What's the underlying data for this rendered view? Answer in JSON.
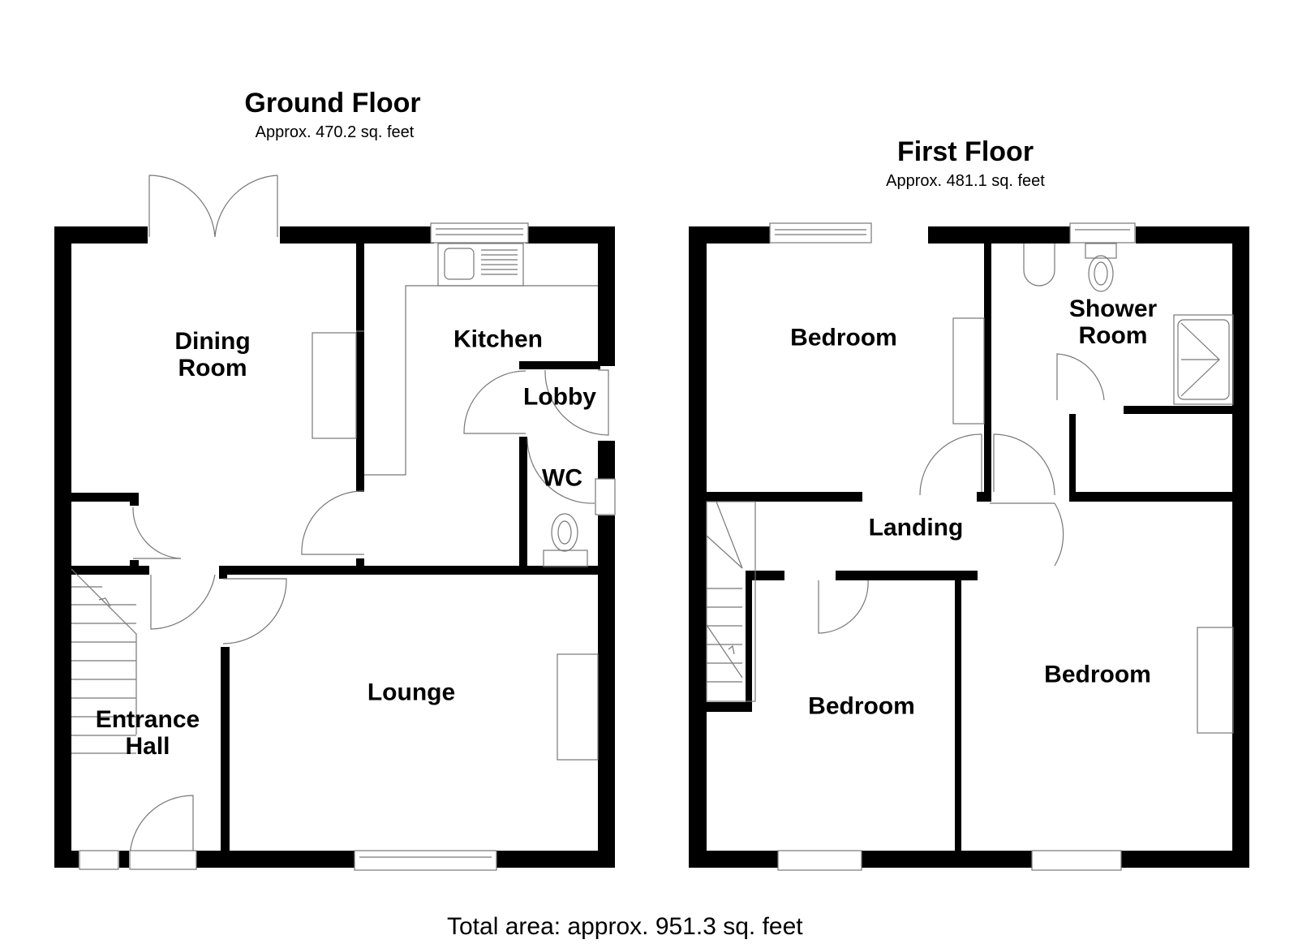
{
  "ground_floor": {
    "title": "Ground Floor",
    "area": "Approx. 470.2 sq. feet",
    "rooms": [
      {
        "name": "Dining Room",
        "lines": [
          "Dining",
          "Room"
        ]
      },
      {
        "name": "Kitchen",
        "lines": [
          "Kitchen"
        ]
      },
      {
        "name": "Lobby",
        "lines": [
          "Lobby"
        ]
      },
      {
        "name": "WC",
        "lines": [
          "WC"
        ]
      },
      {
        "name": "Entrance Hall",
        "lines": [
          "Entrance",
          "Hall"
        ]
      },
      {
        "name": "Lounge",
        "lines": [
          "Lounge"
        ]
      }
    ]
  },
  "first_floor": {
    "title": "First Floor",
    "area": "Approx. 481.1 sq. feet",
    "rooms": [
      {
        "name": "Bedroom",
        "lines": [
          "Bedroom"
        ]
      },
      {
        "name": "Shower Room",
        "lines": [
          "Shower",
          "Room"
        ]
      },
      {
        "name": "Landing",
        "lines": [
          "Landing"
        ]
      },
      {
        "name": "Bedroom",
        "lines": [
          "Bedroom"
        ]
      },
      {
        "name": "Bedroom",
        "lines": [
          "Bedroom"
        ]
      }
    ]
  },
  "total_area": "Total area: approx. 951.3 sq. feet"
}
